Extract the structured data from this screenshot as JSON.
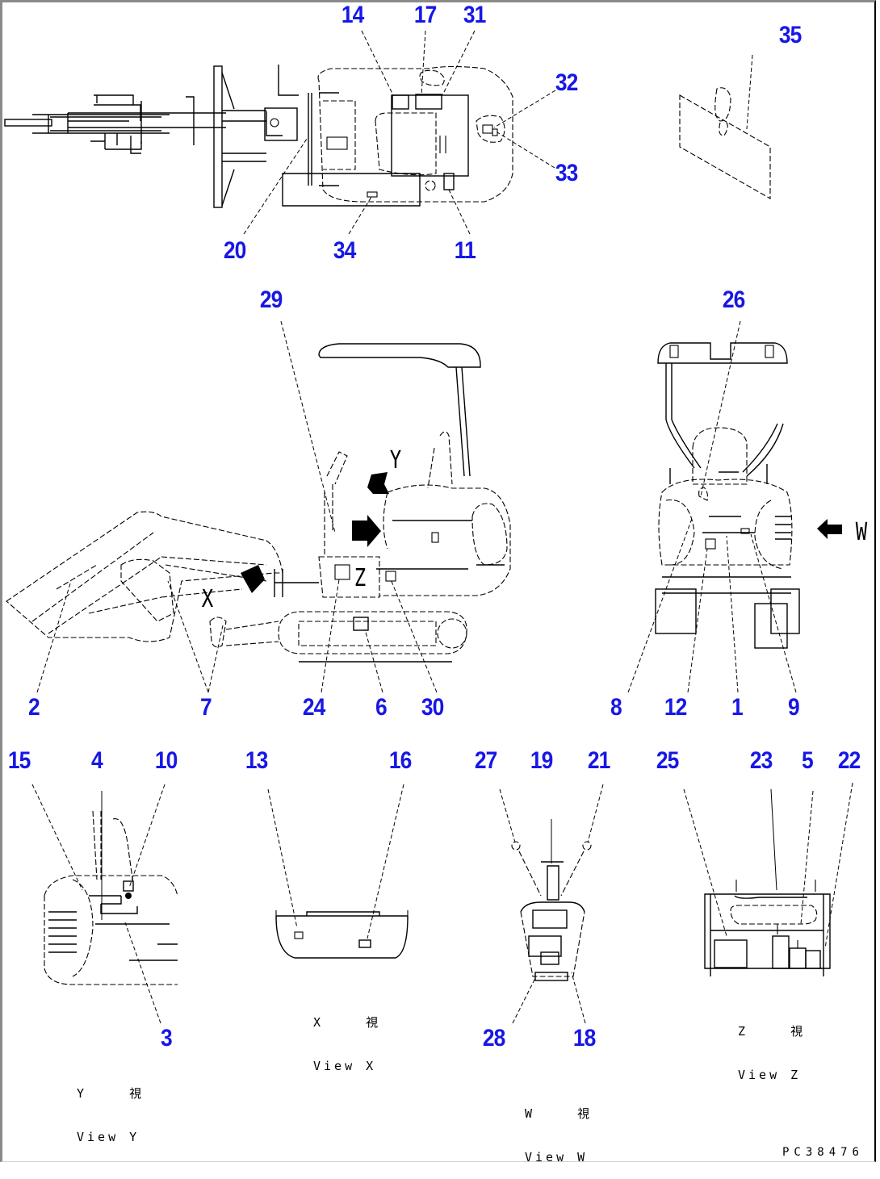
{
  "diagram": {
    "title": "Marks and plates positions",
    "drawing_number": "PC38476",
    "callout_color": "#1717e6",
    "views": {
      "top_view": {
        "callouts": [
          "14",
          "17",
          "31",
          "32",
          "33",
          "35",
          "20",
          "34",
          "11"
        ]
      },
      "side_view": {
        "callouts": [
          "29",
          "2",
          "7",
          "24",
          "6",
          "30"
        ],
        "view_markers": [
          "Y",
          "X",
          "Z"
        ]
      },
      "rear_view": {
        "callouts": [
          "26",
          "8",
          "12",
          "1",
          "9"
        ],
        "view_markers": [
          "W"
        ]
      },
      "view_y": {
        "callouts": [
          "15",
          "4",
          "10",
          "3"
        ],
        "caption_jp": "Y    視",
        "caption_en": "View Y"
      },
      "view_x": {
        "callouts": [
          "13",
          "16"
        ],
        "caption_jp": "X    視",
        "caption_en": "View X"
      },
      "view_w": {
        "callouts": [
          "27",
          "19",
          "21",
          "28",
          "18"
        ],
        "caption_jp": "W    視",
        "caption_en": "View W"
      },
      "view_z": {
        "callouts": [
          "25",
          "23",
          "5",
          "22"
        ],
        "caption_jp": "Z    視",
        "caption_en": "View Z"
      }
    }
  },
  "labels": {
    "c14": "14",
    "c17": "17",
    "c31": "31",
    "c32": "32",
    "c33": "33",
    "c35": "35",
    "c20": "20",
    "c34": "34",
    "c11": "11",
    "c29": "29",
    "c26": "26",
    "c2": "2",
    "c7": "7",
    "c24": "24",
    "c6": "6",
    "c30": "30",
    "c8": "8",
    "c12": "12",
    "c1": "1",
    "c9": "9",
    "c15": "15",
    "c4": "4",
    "c10": "10",
    "c3": "3",
    "c13": "13",
    "c16": "16",
    "c27": "27",
    "c19": "19",
    "c21": "21",
    "c28": "28",
    "c18": "18",
    "c25": "25",
    "c23": "23",
    "c5": "5",
    "c22": "22",
    "markY": "Y",
    "markX": "X",
    "markZ": "Z",
    "markW": "W"
  }
}
